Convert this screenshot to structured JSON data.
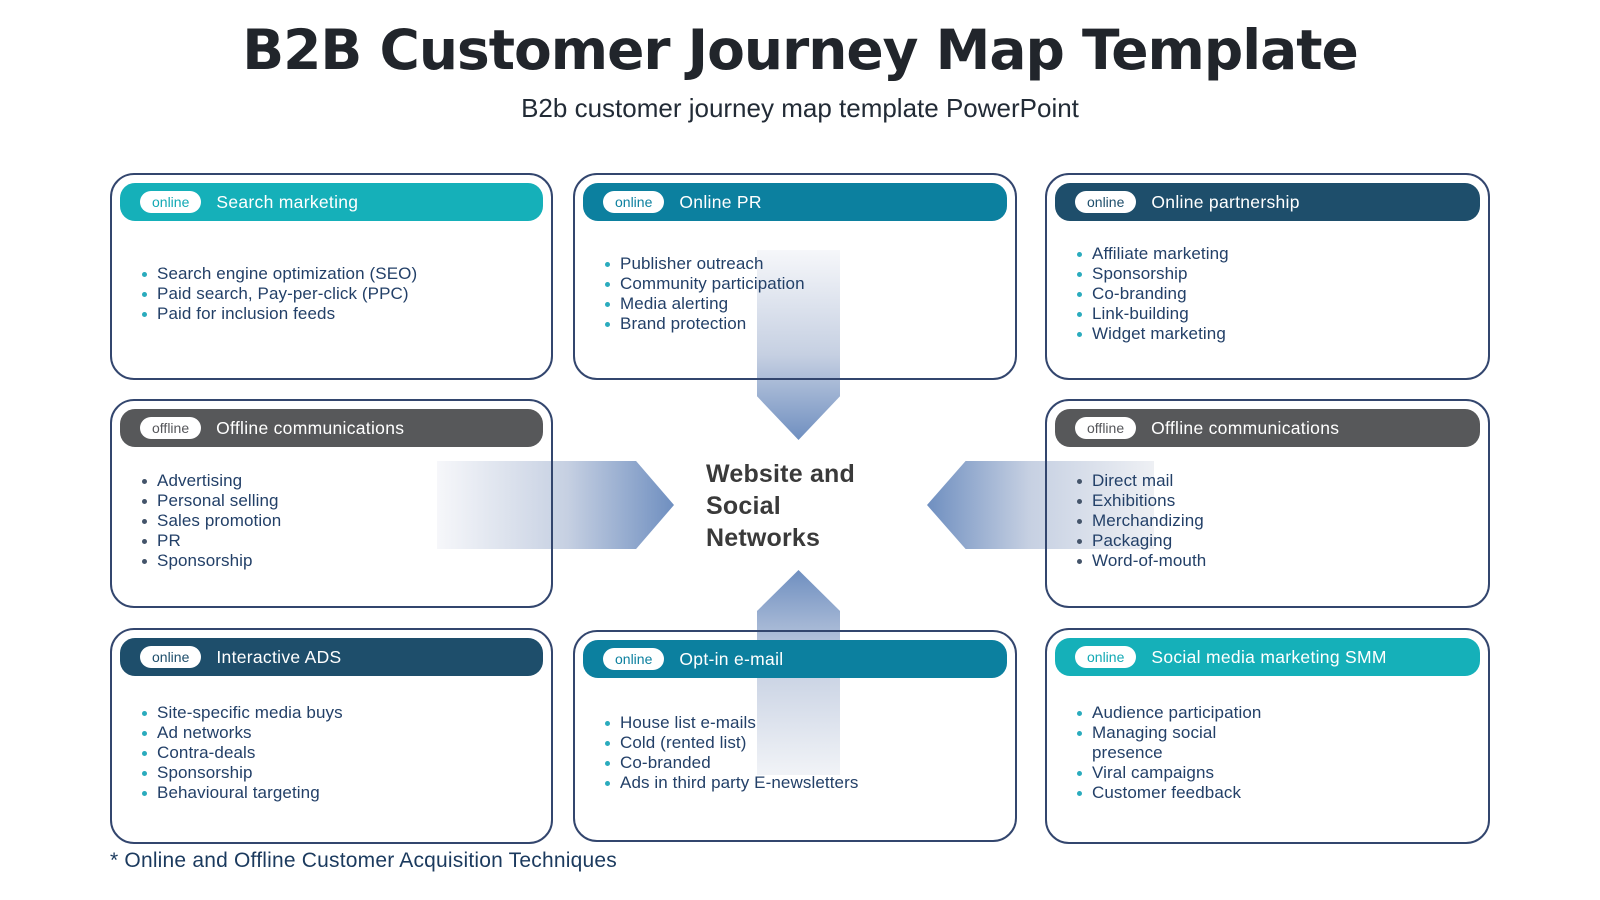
{
  "page": {
    "title": "B2B Customer Journey Map Template",
    "subtitle": "B2b customer journey map template PowerPoint",
    "footnote": "* Online and Offline Customer Acquisition Techniques",
    "center_label": "Website and\nSocial\nNetworks"
  },
  "colors": {
    "teal_header": "#15b0b9",
    "blue_header": "#0c809f",
    "navy_header": "#1e4e6b",
    "gray_header": "#57585a",
    "box_border": "#33466e",
    "bullet_text": "#234068",
    "bullet_dot_online": "#2aabbd",
    "bullet_dot_offline": "#44546a",
    "arrow_blue": "#6f8fc0",
    "arrow_light": "#f1f3f7",
    "title_text": "#21252b",
    "footnote_text": "#1b3a5e",
    "center_text": "#3a3a3a"
  },
  "icons": {
    "center_arrows": [
      "arrow-down-icon",
      "arrow-up-icon",
      "arrow-right-icon",
      "arrow-left-icon"
    ]
  },
  "boxes": [
    {
      "badge": "online",
      "title": "Search marketing",
      "items": [
        "Search engine optimization (SEO)",
        "Paid search, Pay-per-click (PPC)",
        "Paid for inclusion feeds"
      ]
    },
    {
      "badge": "online",
      "title": "Online PR",
      "items": [
        "Publisher outreach",
        "Community participation",
        "Media alerting",
        "Brand protection"
      ]
    },
    {
      "badge": "online",
      "title": "Online partnership",
      "items": [
        "Affiliate marketing",
        "Sponsorship",
        "Co-branding",
        "Link-building",
        "Widget marketing"
      ]
    },
    {
      "badge": "offline",
      "title": "Offline communications",
      "items": [
        "Advertising",
        "Personal selling",
        "Sales promotion",
        "PR",
        "Sponsorship"
      ]
    },
    {
      "badge": "offline",
      "title": "Offline communications",
      "items": [
        "Direct mail",
        "Exhibitions",
        "Merchandizing",
        "Packaging",
        "Word-of-mouth"
      ]
    },
    {
      "badge": "online",
      "title": "Interactive ADS",
      "items": [
        "Site-specific media buys",
        "Ad networks",
        "Contra-deals",
        "Sponsorship",
        "Behavioural targeting"
      ]
    },
    {
      "badge": "online",
      "title": "Opt-in e-mail",
      "items": [
        "House list e-mails",
        "Cold (rented list)",
        "Co-branded",
        "Ads in third party E-newsletters"
      ]
    },
    {
      "badge": "online",
      "title": "Social media marketing SMM",
      "items": [
        "Audience participation",
        "Managing social\npresence",
        "Viral campaigns",
        "Customer feedback"
      ]
    }
  ]
}
